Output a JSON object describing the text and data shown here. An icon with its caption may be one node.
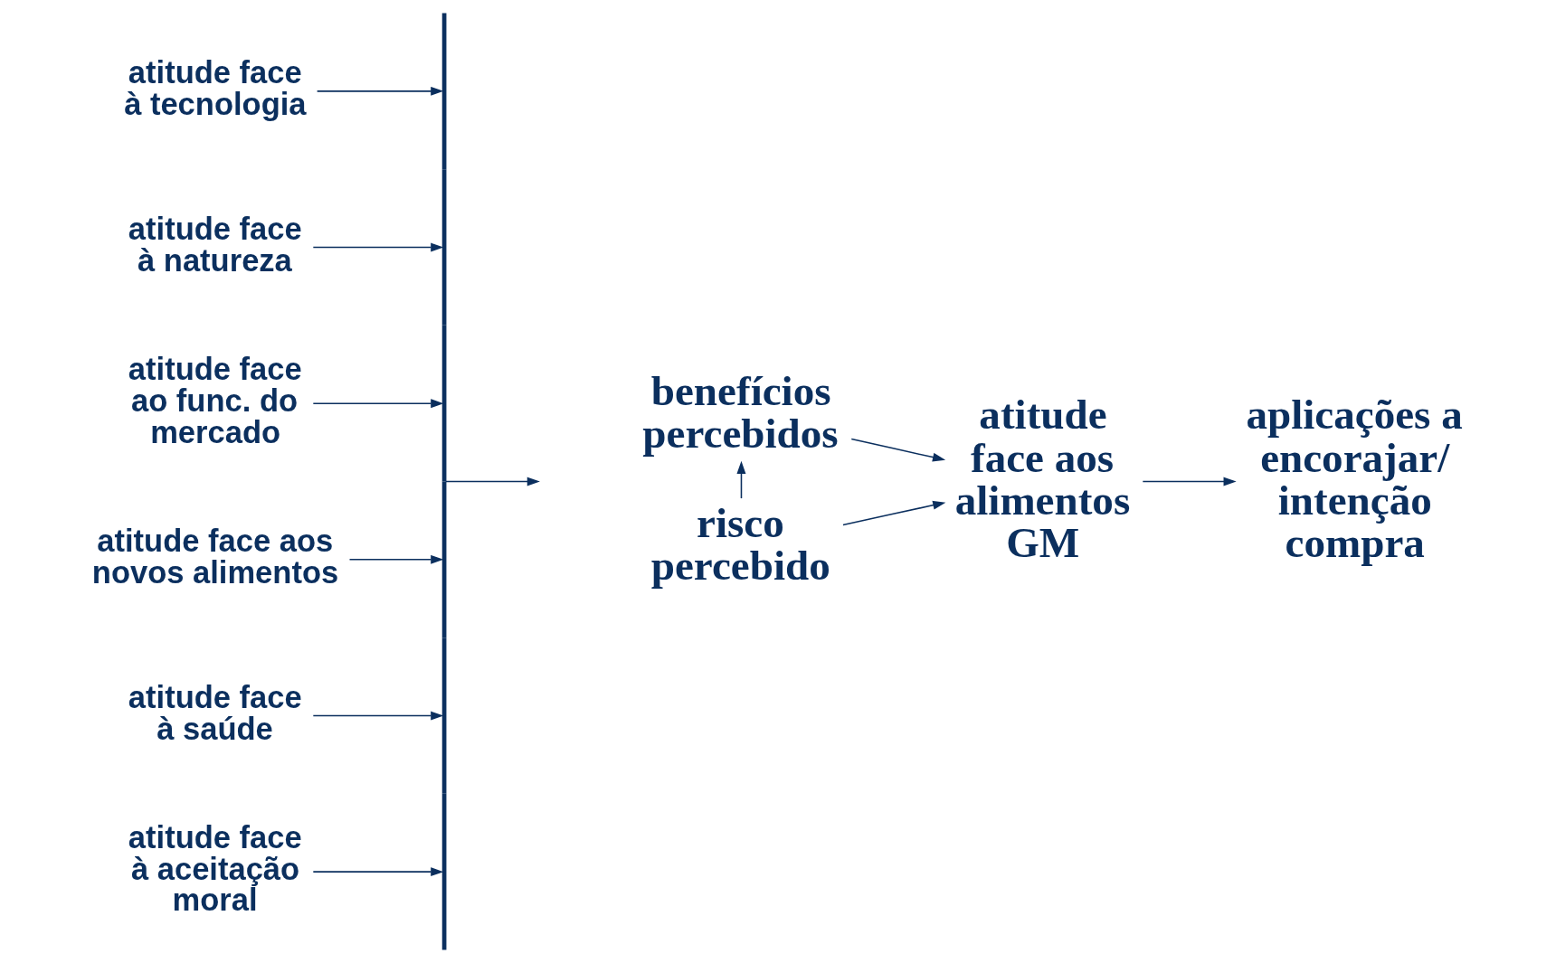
{
  "diagram": {
    "nodes": [
      {
        "text": [
          "atitude face à tecnologia"
        ]
      },
      {
        "text": [
          "atitude face à natureza"
        ]
      },
      {
        "text": [
          "atitude face ao func. do mercado"
        ]
      },
      {
        "text": [
          "atitude face aos novos alimentos"
        ]
      },
      {
        "text": [
          "atitude face à saúde"
        ]
      },
      {
        "text": [
          "atitude face à aceitação moral"
        ]
      },
      {
        "text": [],
        "shape": "bar"
      },
      {
        "text": [
          "benefícios percebidos"
        ]
      },
      {
        "text": [
          "risco percebido"
        ]
      },
      {
        "text": [
          "atitude face aos alimentos GM"
        ]
      },
      {
        "text": [
          "aplicações a encorajar/ intenção compra"
        ]
      }
    ],
    "edges": [
      {
        "from": 0,
        "to": 6,
        "arrow": "to"
      },
      {
        "from": 1,
        "to": 6,
        "arrow": "to"
      },
      {
        "from": 2,
        "to": 6,
        "arrow": "to"
      },
      {
        "from": 3,
        "to": 6,
        "arrow": "to"
      },
      {
        "from": 4,
        "to": 6,
        "arrow": "to"
      },
      {
        "from": 5,
        "to": 6,
        "arrow": "to"
      },
      {
        "from": 6,
        "to": null,
        "arrow": "to"
      },
      {
        "from": 8,
        "to": 7,
        "arrow": "to"
      },
      {
        "from": 7,
        "to": 9,
        "arrow": "to"
      },
      {
        "from": 8,
        "to": 9,
        "arrow": "to"
      },
      {
        "from": 9,
        "to": 10,
        "arrow": "to"
      }
    ]
  }
}
